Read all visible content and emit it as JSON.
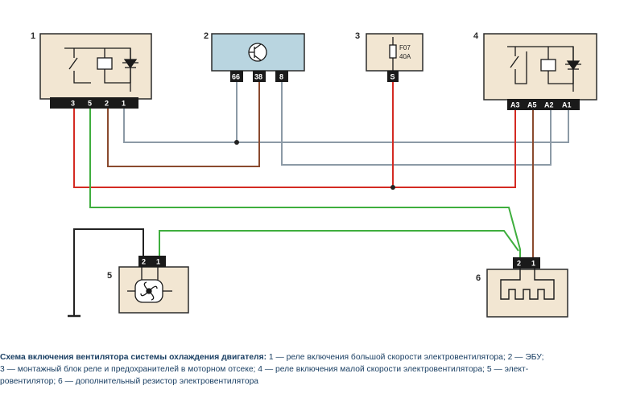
{
  "components": {
    "c1": {
      "num": "1",
      "pins": [
        "3",
        "5",
        "2",
        "1"
      ]
    },
    "c2": {
      "num": "2",
      "pins": [
        "66",
        "38",
        "8"
      ]
    },
    "c3": {
      "num": "3",
      "fuse_id": "F07",
      "fuse_rating": "40A",
      "pin": "S"
    },
    "c4": {
      "num": "4",
      "pins": [
        "A3",
        "A5",
        "A2",
        "A1"
      ]
    },
    "c5": {
      "num": "5",
      "pins": [
        "2",
        "1"
      ]
    },
    "c6": {
      "num": "6",
      "pins": [
        "2",
        "1"
      ]
    }
  },
  "wire_colors": {
    "red": "#d42a22",
    "green": "#3fae3e",
    "brown": "#8a4a2e",
    "gray": "#8c9aa6",
    "black": "#222222"
  },
  "caption": {
    "title": "Схема включения вентилятора системы охлаждения двигателя:",
    "line1": " 1 — реле включения большой скорости электровентилятора; 2 — ЭБУ;",
    "line2": "3 — монтажный блок реле и предохранителей в моторном отсеке; 4 — реле включения малой скорости электровентилятора; 5 — элект-",
    "line3": "ровентилятор; 6 — дополнительный резистор электровентилятора"
  }
}
